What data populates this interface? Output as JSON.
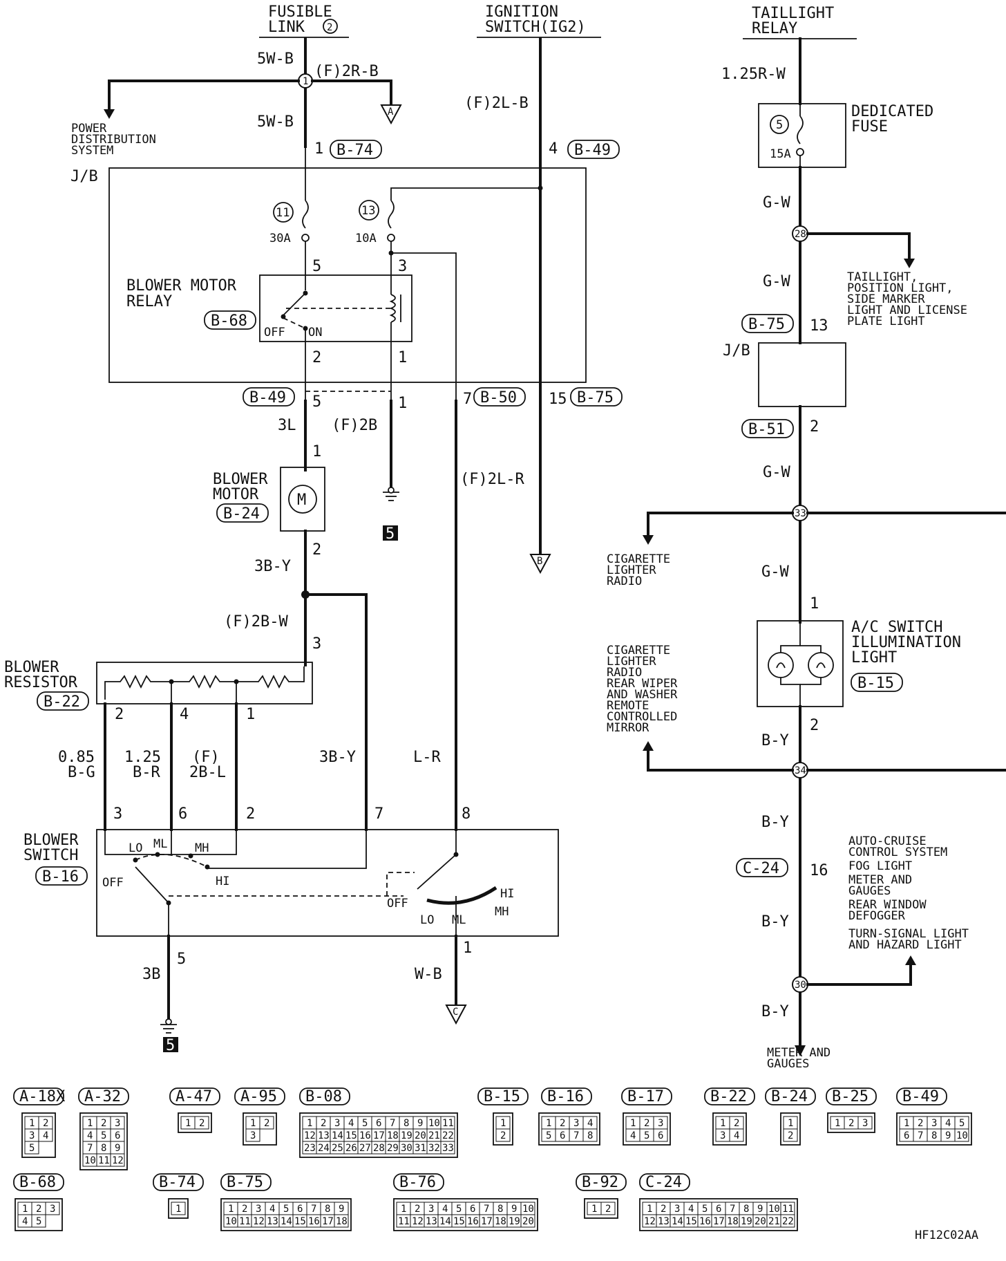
{
  "texts": {
    "fusible_link": "FUSIBLE",
    "fusible_link2": "LINK",
    "fusible_link_num": "2",
    "ign_switch": "IGNITION",
    "ign_switch2": "SWITCH(IG2)",
    "taillight_relay": "TAILLIGHT",
    "taillight_relay2": "RELAY",
    "w_5wb_top": "5W-B",
    "w_f2rb": "(F)2R-B",
    "w_5wb": "5W-B",
    "w_f2lb": "(F)2L-B",
    "w_125rw": "1.25R-W",
    "power_dist_1": "POWER",
    "power_dist_2": "DISTRIBUTION",
    "power_dist_3": "SYSTEM",
    "jb_left": "J/B",
    "pin_1_b74": "1",
    "conn_b74": "B-74",
    "pin_4_b49": "4",
    "conn_b49_top": "B-49",
    "fuse11_num": "11",
    "fuse11_amp": "30A",
    "fuse13_num": "13",
    "fuse13_amp": "10A",
    "relay_title1": "BLOWER MOTOR",
    "relay_title2": "RELAY",
    "conn_b68": "B-68",
    "relay_off": "OFF",
    "relay_on": "ON",
    "pin_5r": "5",
    "pin_3r": "3",
    "pin_2r": "2",
    "pin_1r": "1",
    "conn_b49_bot": "B-49",
    "pin_5b": "5",
    "pin_1b": "1",
    "pin_7": "7",
    "conn_b50": "B-50",
    "pin_15": "15",
    "conn_b75_mid": "B-75",
    "w_3l": "3L",
    "w_f2b": "(F)2B",
    "pin_1m": "1",
    "motor_title1": "BLOWER",
    "motor_title2": "MOTOR",
    "conn_b24": "B-24",
    "motor_m": "M",
    "ground_5a": "5",
    "w_f2lr": "(F)2L-R",
    "conn_ref_b": "B",
    "pin_2m": "2",
    "w_3by": "3B-Y",
    "w_f2bw": "(F)2B-W",
    "pin_3res": "3",
    "res_title1": "BLOWER",
    "res_title2": "RESISTOR",
    "conn_b22": "B-22",
    "pin_res2": "2",
    "pin_res4": "4",
    "pin_res1": "1",
    "w_085": "0.85",
    "w_bg": "B-G",
    "w_125": "1.25",
    "w_br": "B-R",
    "w_f": "(F)",
    "w_2bl": "2B-L",
    "w_3by2": "3B-Y",
    "w_lr": "L-R",
    "sw_pin3": "3",
    "sw_pin6": "6",
    "sw_pin2": "2",
    "sw_pin7": "7",
    "sw_pin8": "8",
    "sw_title1": "BLOWER",
    "sw_title2": "SWITCH",
    "conn_b16": "B-16",
    "sw_lo": "LO",
    "sw_ml": "ML",
    "sw_mh": "MH",
    "sw_hi": "HI",
    "sw_off": "OFF",
    "sw2_off": "OFF",
    "sw2_lo": "LO",
    "sw2_ml": "ML",
    "sw2_mh": "MH",
    "sw2_hi": "HI",
    "sw_pin5": "5",
    "sw_pin1": "1",
    "w_3b": "3B",
    "w_wb": "W-B",
    "ground_5b": "5",
    "conn_ref_c": "C",
    "conn_ref_a": "A",
    "ded_fuse1": "DEDICATED",
    "ded_fuse2": "FUSE",
    "fuse5_num": "5",
    "fuse5_amp": "15A",
    "w_gw1": "G-W",
    "splice_28": "28",
    "tail_1": "TAILLIGHT,",
    "tail_2": "POSITION LIGHT,",
    "tail_3": "SIDE MARKER",
    "tail_4": "LIGHT AND LICENSE",
    "tail_5": "PLATE LIGHT",
    "w_gw2": "G-W",
    "conn_b75_right": "B-75",
    "pin_13": "13",
    "jb_right": "J/B",
    "conn_b51": "B-51",
    "pin_2_b51": "2",
    "w_gw3": "G-W",
    "splice_33": "33",
    "cig_1": "CIGARETTE",
    "cig_2": "LIGHTER",
    "cig_3": "RADIO",
    "w_gw4": "G-W",
    "pin_ac1": "1",
    "ac_1": "A/C SWITCH",
    "ac_2": "ILLUMINATION",
    "ac_3": "LIGHT",
    "conn_b15": "B-15",
    "list2_1": "CIGARETTE",
    "list2_2": "LIGHTER",
    "list2_3": "RADIO",
    "list2_4": "REAR WIPER",
    "list2_5": "AND WASHER",
    "list2_6": "REMOTE",
    "list2_7": "CONTROLLED",
    "list2_8": "MIRROR",
    "pin_ac2": "2",
    "w_by1": "B-Y",
    "splice_34": "34",
    "w_by2": "B-Y",
    "conn_c24": "C-24",
    "pin_16": "16",
    "list3_1": "AUTO-CRUISE",
    "list3_2": "CONTROL SYSTEM",
    "list3_3": "FOG LIGHT",
    "list3_4": "METER AND",
    "list3_5": "GAUGES",
    "list3_6": "REAR WINDOW",
    "list3_7": "DEFOGGER",
    "list3_8": "TURN-SIGNAL LIGHT",
    "list3_9": "AND HAZARD LIGHT",
    "w_by3": "B-Y",
    "splice_30": "30",
    "w_by4": "B-Y",
    "meter_1": "METER AND",
    "meter_2": "GAUGES",
    "fig_code": "HF12C02AA"
  },
  "connectors": {
    "row1": [
      {
        "label": "A-18X",
        "pins": [
          "1",
          "2",
          "3",
          "4",
          "5"
        ]
      },
      {
        "label": "A-32",
        "pins": [
          "1",
          "2",
          "3",
          "4",
          "5",
          "6",
          "7",
          "8",
          "9",
          "10",
          "11",
          "12"
        ]
      },
      {
        "label": "A-47",
        "pins": [
          "1",
          "2"
        ]
      },
      {
        "label": "A-95",
        "pins": [
          "1",
          "2",
          "3"
        ]
      },
      {
        "label": "B-08",
        "pins": [
          "1",
          "2",
          "3",
          "4",
          "5",
          "6",
          "7",
          "8",
          "9",
          "10",
          "11",
          "12",
          "13",
          "14",
          "15",
          "16",
          "17",
          "18",
          "19",
          "20",
          "21",
          "22",
          "23",
          "24",
          "25",
          "26",
          "27",
          "28",
          "29",
          "30",
          "31",
          "32",
          "33"
        ]
      },
      {
        "label": "B-15",
        "pins": [
          "1",
          "2"
        ]
      },
      {
        "label": "B-16",
        "pins": [
          "1",
          "2",
          "3",
          "4",
          "5",
          "6",
          "7",
          "8"
        ]
      },
      {
        "label": "B-17",
        "pins": [
          "1",
          "2",
          "3",
          "4",
          "5",
          "6"
        ]
      },
      {
        "label": "B-22",
        "pins": [
          "1",
          "2",
          "3",
          "4"
        ]
      },
      {
        "label": "B-24",
        "pins": [
          "1",
          "2"
        ]
      },
      {
        "label": "B-25",
        "pins": [
          "1",
          "2",
          "3"
        ]
      },
      {
        "label": "B-49",
        "pins": [
          "1",
          "2",
          "3",
          "4",
          "5",
          "6",
          "7",
          "8",
          "9",
          "10"
        ]
      }
    ],
    "row2": [
      {
        "label": "B-68",
        "pins": [
          "1",
          "2",
          "3",
          "4",
          "5"
        ]
      },
      {
        "label": "B-74",
        "pins": [
          "1"
        ]
      },
      {
        "label": "B-75",
        "pins": [
          "1",
          "2",
          "3",
          "4",
          "5",
          "6",
          "7",
          "8",
          "9",
          "10",
          "11",
          "12",
          "13",
          "14",
          "15",
          "16",
          "17",
          "18"
        ]
      },
      {
        "label": "B-76",
        "pins": [
          "1",
          "2",
          "3",
          "4",
          "5",
          "6",
          "7",
          "8",
          "9",
          "10",
          "11",
          "12",
          "13",
          "14",
          "15",
          "16",
          "17",
          "18",
          "19",
          "20"
        ]
      },
      {
        "label": "B-92",
        "pins": [
          "1",
          "2"
        ]
      },
      {
        "label": "C-24",
        "pins": [
          "1",
          "2",
          "3",
          "4",
          "5",
          "6",
          "7",
          "8",
          "9",
          "10",
          "11",
          "12",
          "13",
          "14",
          "15",
          "16",
          "17",
          "18",
          "19",
          "20",
          "21",
          "22"
        ]
      }
    ]
  }
}
